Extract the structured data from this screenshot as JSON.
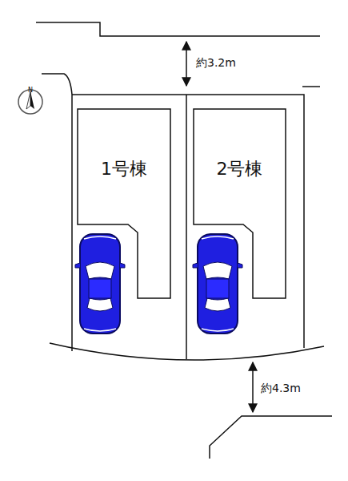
{
  "diagram": {
    "nodes": [
      {
        "text": [
          "1号棟"
        ]
      },
      {
        "text": [
          "2号棟"
        ]
      }
    ],
    "labels": [
      "約3.2m",
      "約4.3m",
      "N"
    ]
  }
}
